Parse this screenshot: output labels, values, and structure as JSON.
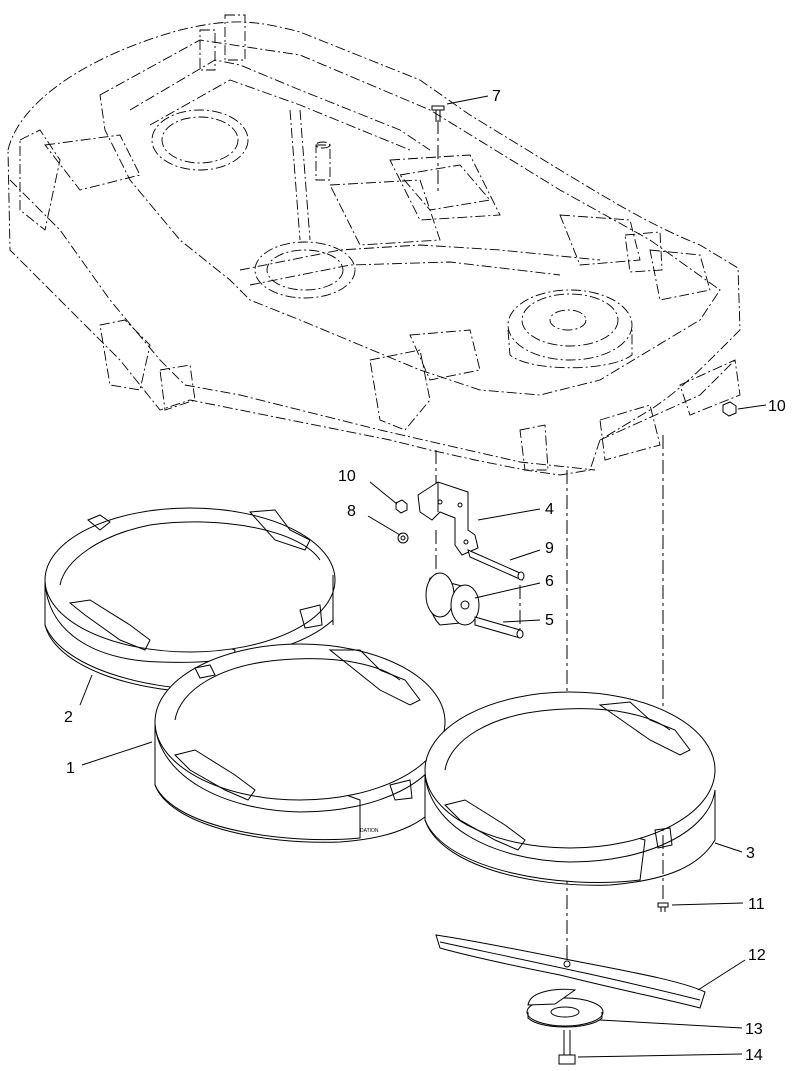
{
  "callouts": [
    {
      "id": "c1",
      "text": "1"
    },
    {
      "id": "c2",
      "text": "2"
    },
    {
      "id": "c3",
      "text": "3"
    },
    {
      "id": "c4",
      "text": "4"
    },
    {
      "id": "c5",
      "text": "5"
    },
    {
      "id": "c6",
      "text": "6"
    },
    {
      "id": "c7",
      "text": "7"
    },
    {
      "id": "c8",
      "text": "8"
    },
    {
      "id": "c9",
      "text": "9"
    },
    {
      "id": "c10a",
      "text": "10"
    },
    {
      "id": "c10b",
      "text": "10"
    },
    {
      "id": "c11",
      "text": "11"
    },
    {
      "id": "c12",
      "text": "12"
    },
    {
      "id": "c13",
      "text": "13"
    },
    {
      "id": "c14",
      "text": "14"
    }
  ]
}
